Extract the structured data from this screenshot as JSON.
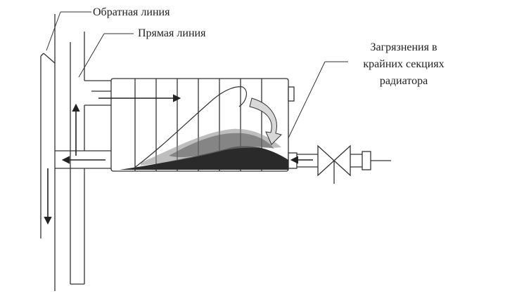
{
  "labels": {
    "return_line": "Обратная линия",
    "supply_line": "Прямая линия",
    "deposits_line1": "Загрязнения в",
    "deposits_line2": "крайних секциях",
    "deposits_line3": "радиатора"
  },
  "colors": {
    "stroke": "#333333",
    "sediment_dark": "#2a2a2a",
    "sediment_speckle": "#555555",
    "flow_arrow_fill": "#d8d8d8",
    "background": "#ffffff"
  },
  "icons": {
    "valve": "valve-icon",
    "flow_arrow": "arrow-icon"
  }
}
